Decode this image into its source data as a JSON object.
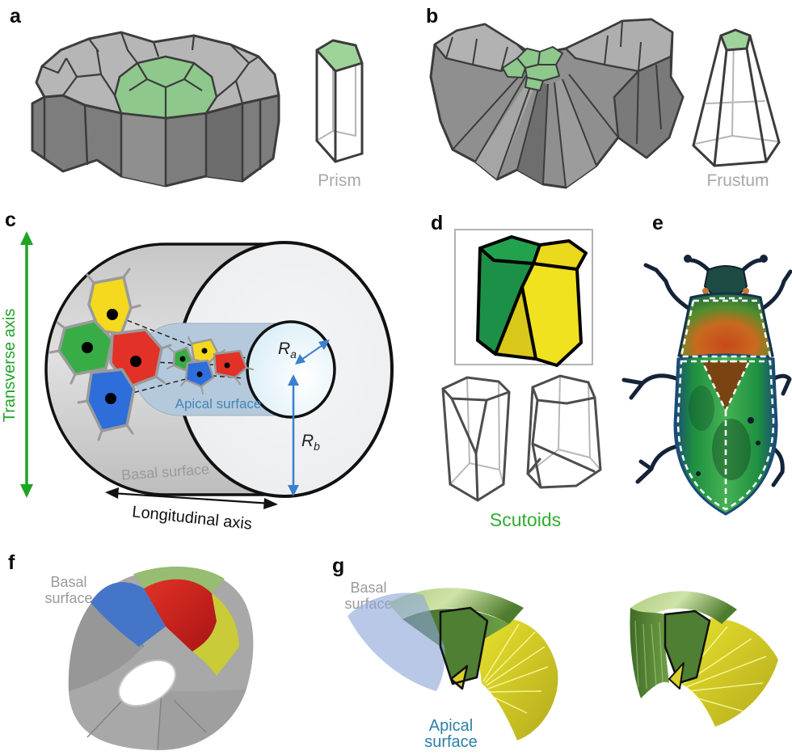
{
  "figure": {
    "type": "scientific-figure",
    "description_visible_text_only": true
  },
  "panels": {
    "a": {
      "letter": "a",
      "caption": "Prism"
    },
    "b": {
      "letter": "b",
      "caption": "Frustum"
    },
    "c": {
      "letter": "c",
      "transverse_axis": "Transverse axis",
      "longitudinal_axis": "Longitudinal axis",
      "apical_surface": "Apical surface",
      "basal_surface": "Basal surface",
      "r_symbol": "R",
      "r_a_sub": "a",
      "r_b_sub": "b"
    },
    "d": {
      "letter": "d",
      "caption": "Scutoids"
    },
    "e": {
      "letter": "e"
    },
    "f": {
      "letter": "f",
      "basal_line1": "Basal",
      "basal_line2": "surface"
    },
    "g": {
      "letter": "g",
      "basal_line1": "Basal",
      "basal_line2": "surface",
      "apical_line1": "Apical",
      "apical_line2": "surface"
    }
  },
  "colors": {
    "tissue_cell_green": "#8ec88c",
    "tissue_top_gray": "#b6b6b6",
    "tissue_side_gray": "#7d7d7d",
    "outline_dark": "#3c3c3c",
    "caption_gray": "#a8a8a8",
    "cell_yellow": "#f4d91e",
    "cell_green": "#38ad46",
    "cell_red": "#e23127",
    "cell_blue": "#2d6eda",
    "cell_border_gray": "#9a9a9a",
    "axis_green": "#1fa426",
    "apical_text_blue": "#4187b8",
    "radius_arrow_blue": "#3b7fd0",
    "scutoid_green": "#23a24e",
    "scutoid_yellow": "#f0e21e",
    "scutoids_label_green": "#2fae2f",
    "render_blue": "#4575c8",
    "render_red": "#d32020",
    "render_yellow": "#c9cb38",
    "render_green": "#6f9a4f"
  }
}
